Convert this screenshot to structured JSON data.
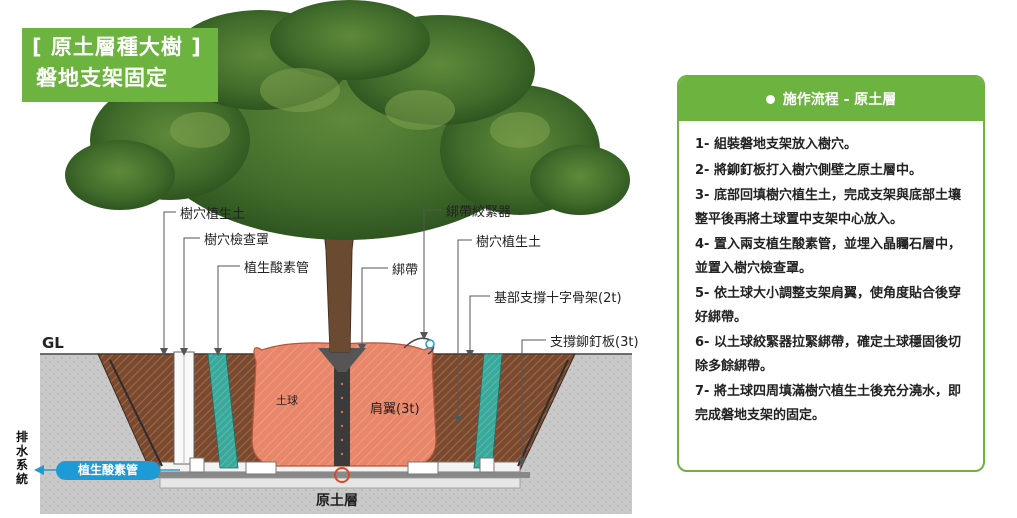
{
  "title": {
    "line1": "[ 原土層種大樹 ]",
    "line2": "磐地支架固定"
  },
  "ground_level": "GL",
  "labels": {
    "planting_soil_top": "樹穴植生土",
    "inspection_cover": "樹穴檢查罩",
    "aeration_pipe": "植生酸素管",
    "strap": "綁帶",
    "strap_tightener": "綁帶絞緊器",
    "planting_soil_right": "樹穴植生土",
    "cross_frame": "基部支撐十字骨架(2t)",
    "anchor_plate": "支撐鉚釘板(3t)",
    "root_ball": "土球",
    "shoulder": "肩翼(3t)",
    "native_soil": "原土層"
  },
  "drainage": {
    "system": "排水系統",
    "pipe": "植生酸素管"
  },
  "colors": {
    "accent_green": "#6cb33f",
    "drain_blue": "#1e9bd7",
    "root_ball": "#e8866a",
    "soil": "#7a4a30",
    "pipe_teal": "#3aa89a"
  },
  "panel": {
    "title": "施作流程 - 原土層",
    "steps": [
      "1- 組裝磐地支架放入樹穴。",
      "2- 將鉚釘板打入樹穴側壁之原土層中。",
      "3- 底部回填樹穴植生土，完成支架與底部土壤整平後再將土球置中支架中心放入。",
      "4- 置入兩支植生酸素管，並埋入晶矚石層中，並置入樹穴檢查罩。",
      "5- 依土球大小調整支架肩翼，使角度貼合後穿好綁帶。",
      "6- 以土球絞緊器拉緊綁帶，確定土球穩固後切除多餘綁帶。",
      "7- 將土球四周填滿樹穴植生土後充分澆水，即完成磐地支架的固定。"
    ]
  }
}
